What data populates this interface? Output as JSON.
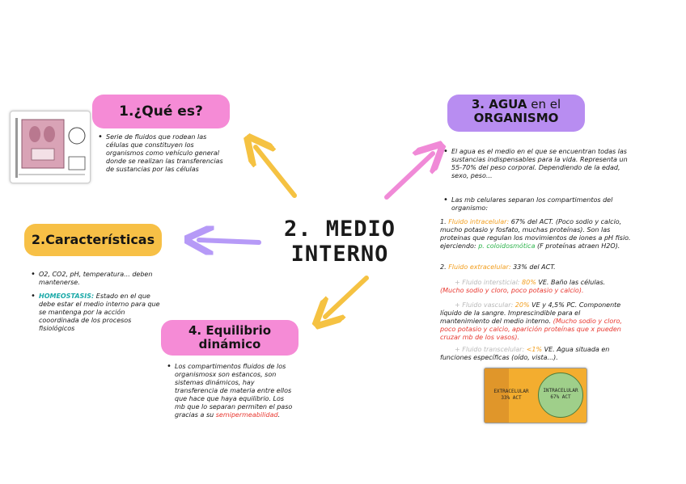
{
  "center": {
    "line1": "2. MEDIO",
    "line2": "INTERNO"
  },
  "node1": {
    "title": "1.¿Qué es?",
    "text": "Serie de fluidos que rodean las células que constituyen los organismos como vehículo general donde se realizan las transferencias de sustancias por las células"
  },
  "node2": {
    "title": "2.Características",
    "b1": "O2, CO2, pH, temperatura... deben mantenerse.",
    "b2_term": "HOMEOSTASIS:",
    "b2_text": " Estado en el que debe estar el medio interno para que se mantenga por la acción cooordinada de los procesos fisiológicos"
  },
  "node3": {
    "title_a": "3. AGUA",
    "title_b": " en el",
    "title_c": "ORGANISMO",
    "b1": "El agua es el medio en el que se encuentran todas las sustancias indispensables para la vida. Representa un 55-70% del peso corporal. Dependiendo de la edad, sexo, peso...",
    "b2": "Las mb celulares separan los compartimentos del organismo:",
    "p1_num": "1. ",
    "p1_term": "Fluido intracelular:",
    "p1_text": " 67% del ACT. (Poco sodio y calcio, mucho potasio y fosfato, muchas proteínas). Son las proteinas que regulan los movimientos de iones a pH fisio. ejerciendo: ",
    "p1_green": "p. coloidosmótica",
    "p1_tail": " (F proteínas atraen H2O).",
    "p2_num": "2. ",
    "p2_term": "Fluido extracelular:",
    "p2_text": " 33% del ACT.",
    "s1_term": "+ Fluido intersticial:",
    "s1_pct": " 80%",
    "s1_text": " VE.  Baño las células.",
    "s1_red": "(Mucho sodio y cloro, poco potasio y calcio).",
    "s2_term": "+ Fluido vascular:",
    "s2_pct": " 20%",
    "s2_text": " VE y 4,5% PC. Componente líquido de la sangre. Imprescindible para el mantenimiento del medio interno.",
    "s2_red": " (Mucho sodio y cloro, poco potasio y calcio, aparición proteínas que x pueden cruzar mb de los vasos).",
    "s3_term": "+ Fluido transcelular:",
    "s3_pct": " <1%",
    "s3_text": " VE.  Agua situada en funciones específicas (oído, vista...)."
  },
  "node4": {
    "title_a": "4. Equilibrio",
    "title_b": "dinámico",
    "text": "Los compartimentos fluidos de los organismosx son estancos, son sistemas dinámicos, hay transferencia de materia entre ellos que hace que haya equilibrio. Los mb que lo separan permiten el paso gracias a su ",
    "red": "semipermeabilidad",
    "end": "."
  },
  "fluid_diagram": {
    "extra": "EXTRACELULAR",
    "extra_pct": "33% ACT",
    "intra": "INTRACELULAR",
    "intra_pct": "67% ACT"
  },
  "colors": {
    "pink": "#f58bd6",
    "orange": "#f7c046",
    "purple": "#b88df1",
    "arrow_yellow": "#f5c242"
  }
}
